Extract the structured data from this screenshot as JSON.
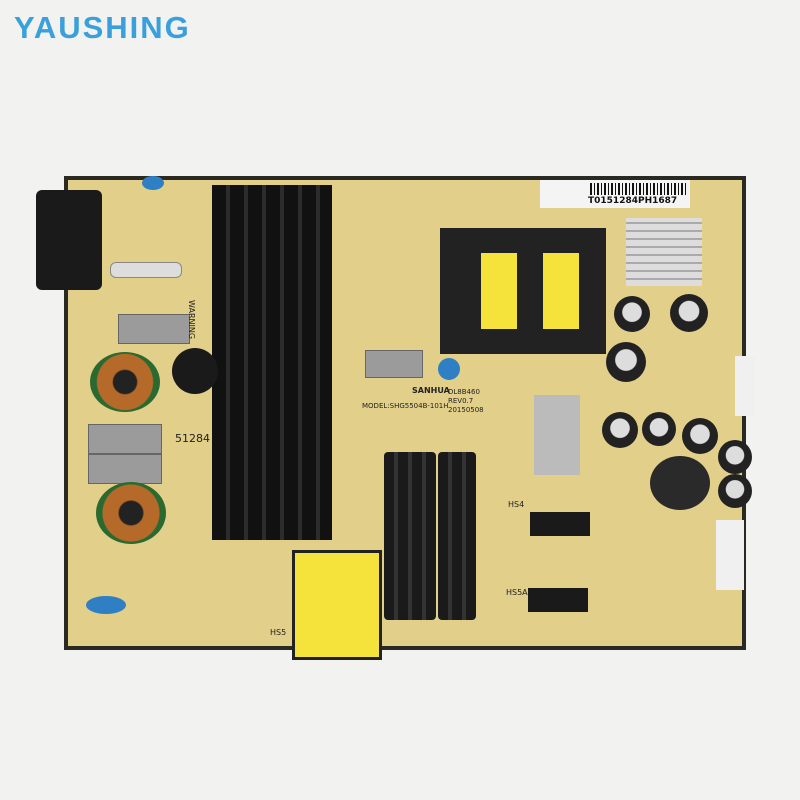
{
  "brand": {
    "logo_text": "YAUSHING",
    "color": "#3aa0dc"
  },
  "board": {
    "serial_label": "T0151284PH1687",
    "manufacturer": "SANHUA",
    "model": "MODEL:SHG5504B-101H",
    "revision_lines": [
      "DL8B460",
      "REV0.7",
      "20150508"
    ],
    "part_number": "51284",
    "warning": "WARNING",
    "heatsink_labels": [
      "HS5",
      "HS4",
      "HS5A"
    ],
    "colors": {
      "pcb": "#e2cf8a",
      "transformer": "#f5e23a"
    }
  }
}
